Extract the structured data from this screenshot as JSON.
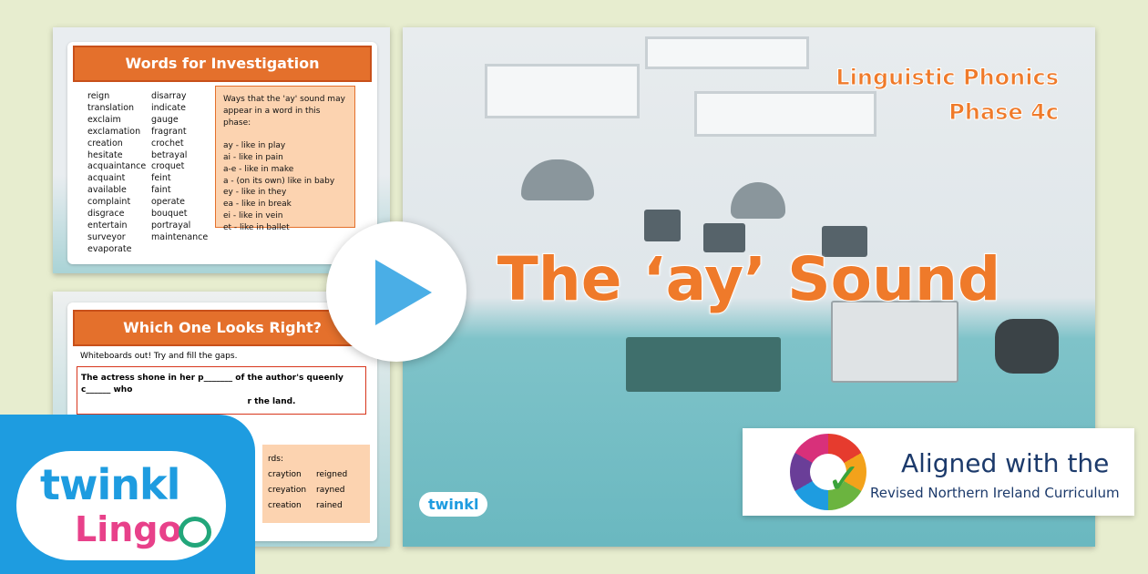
{
  "slide1": {
    "title": "Words for Investigation",
    "col1": [
      "reign",
      "translation",
      "exclaim",
      "exclamation",
      "creation",
      "hesitate",
      "acquaintance",
      "acquaint",
      "available",
      "complaint",
      "disgrace",
      "entertain",
      "surveyor",
      "evaporate"
    ],
    "col2": [
      "disarray",
      "indicate",
      "gauge",
      "fragrant",
      "crochet",
      "betrayal",
      "croquet",
      "feint",
      "faint",
      "operate",
      "bouquet",
      "portrayal",
      "maintenance"
    ],
    "ways_intro": "Ways that the 'ay' sound may appear in a word in this phase:",
    "ways": [
      "ay - like in play",
      "ai  - like in pain",
      "a-e -  like in make",
      "a - (on its own) like in baby",
      "ey - like in they",
      "ea - like in break",
      "ei - like in vein",
      "et - like in ballet"
    ]
  },
  "slide2": {
    "title": "Which One Looks Right?",
    "instruction": "Whiteboards out! Try and fill the gaps.",
    "sentence": "The actress shone in her p_______ of the author's queenly c______ who",
    "sentence2": "r the land.",
    "choose_suffix": "rds:",
    "options": [
      [
        "craytion",
        "reigned"
      ],
      [
        "creyation",
        "rayned"
      ],
      [
        "creation",
        "rained"
      ]
    ]
  },
  "main": {
    "subtitle1": "Linguistic Phonics",
    "subtitle2": "Phase 4c",
    "title": "The ‘ay’ Sound",
    "logo": "twinkl"
  },
  "brand": {
    "name": "twinkl",
    "product": "Lingo"
  },
  "aligned": {
    "line1": "Aligned with the",
    "line2": "Revised Northern Ireland Curriculum"
  }
}
